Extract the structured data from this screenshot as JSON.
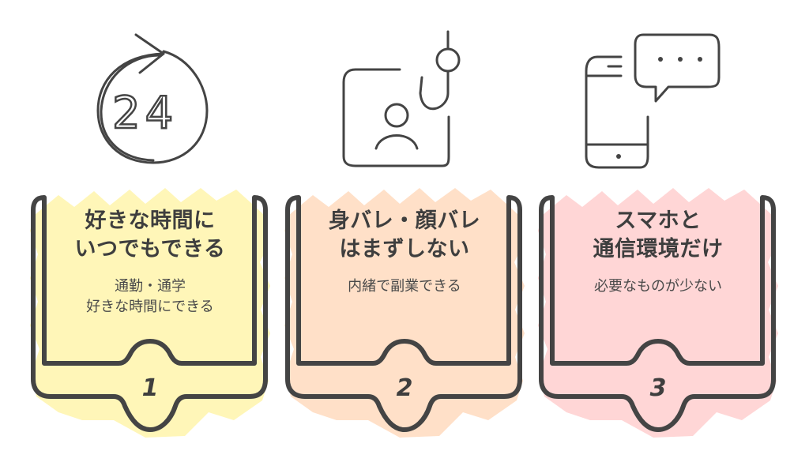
{
  "colors": {
    "stroke": "#444444",
    "card1_fill": "#fff6b8",
    "card2_fill": "#ffe0c8",
    "card3_fill": "#ffd6d6",
    "text_dark": "#3e3e3e"
  },
  "icons": [
    {
      "name": "24-hour-clock-icon",
      "label": "24"
    },
    {
      "name": "fishing-hook-profile-icon"
    },
    {
      "name": "smartphone-chat-icon"
    }
  ],
  "cards": [
    {
      "number": "1",
      "title_lines": [
        "好きな時間に",
        "いつでもできる"
      ],
      "desc_lines": [
        "通勤・通学",
        "好きな時間にできる"
      ]
    },
    {
      "number": "2",
      "title_lines": [
        "身バレ・顔バレ",
        "はまずしない"
      ],
      "desc_lines": [
        "内緒で副業できる"
      ]
    },
    {
      "number": "3",
      "title_lines": [
        "スマホと",
        "通信環境だけ"
      ],
      "desc_lines": [
        "必要なものが少ない"
      ]
    }
  ]
}
